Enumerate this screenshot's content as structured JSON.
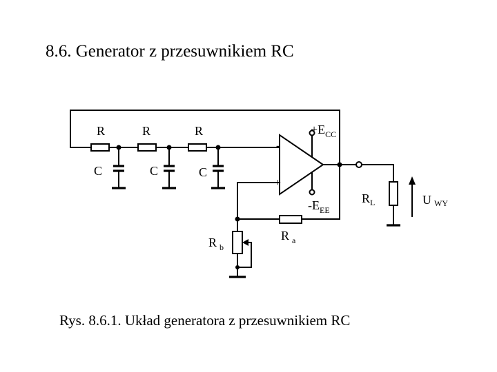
{
  "page": {
    "heading": "8.6. Generator z przesuwnikiem RC",
    "caption": "Rys. 8.6.1. Układ generatora z przesuwnikiem RC"
  },
  "circuit": {
    "resistor_labels": [
      "R",
      "R",
      "R"
    ],
    "capacitor_labels": [
      "C",
      "C",
      "C"
    ],
    "opamp": {
      "inverting": "-",
      "noninverting": "+",
      "supply_pos": "+E",
      "supply_pos_sub": "CC",
      "supply_neg": "-E",
      "supply_neg_sub": "EE"
    },
    "feedback_resistor": {
      "name": "R",
      "sub": "a"
    },
    "bias_resistor": {
      "name": "R",
      "sub": "b"
    },
    "load_resistor": {
      "name": "R",
      "sub": "L"
    },
    "output_voltage": {
      "name": "U",
      "sub": "WY"
    }
  }
}
